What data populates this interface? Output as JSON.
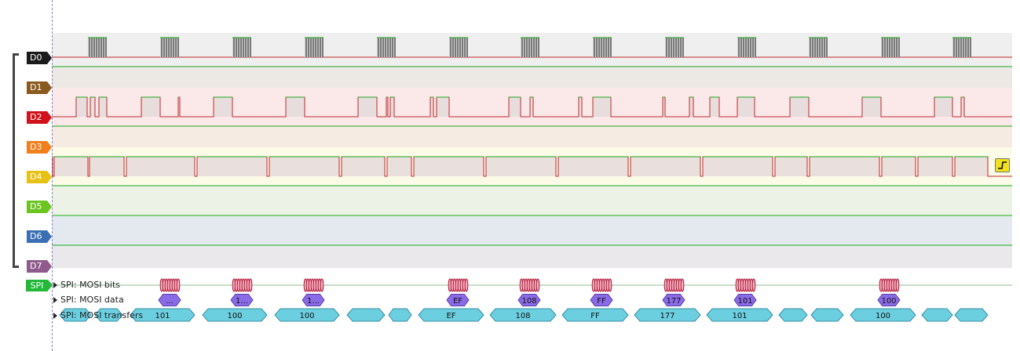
{
  "channels": [
    {
      "label": "D0",
      "color": "#1b1b1b",
      "bg": "#efefef"
    },
    {
      "label": "D1",
      "color": "#8b5a1e",
      "bg": "#ece9e4"
    },
    {
      "label": "D2",
      "color": "#d0121b",
      "bg": "#fbe9ea"
    },
    {
      "label": "D3",
      "color": "#f07f1c",
      "bg": "#f5ebe2"
    },
    {
      "label": "D4",
      "color": "#e7c215",
      "bg": "#fcfbe8"
    },
    {
      "label": "D5",
      "color": "#6cc420",
      "bg": "#ecf3e6"
    },
    {
      "label": "D6",
      "color": "#3a6fb5",
      "bg": "#e3e9ef"
    },
    {
      "label": "D7",
      "color": "#8e5b8c",
      "bg": "#ebe8ec"
    }
  ],
  "decoder": {
    "tag": "SPI",
    "color": "#23b839",
    "rows": [
      {
        "label": "SPI: MOSI bits"
      },
      {
        "label": "SPI: MOSI data"
      },
      {
        "label": "SPI: MOSI transfers"
      }
    ],
    "data_values": [
      "...",
      "1...",
      "1...",
      "EF",
      "108",
      "FF",
      "177",
      "101",
      "100"
    ],
    "transfer_values": [
      "101",
      "100",
      "100",
      "EF",
      "108",
      "FF",
      "177",
      "101",
      "100"
    ]
  },
  "icons": {
    "trigger": "rising-edge-trigger-icon"
  }
}
